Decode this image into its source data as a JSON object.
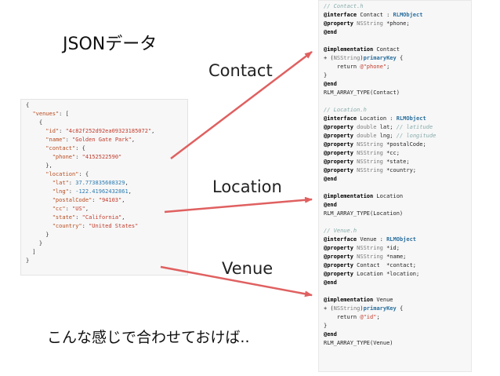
{
  "title": "JSONデータ",
  "caption": "こんな感じで合わせておけば..",
  "labels": {
    "contact": "Contact",
    "location": "Location",
    "venue": "Venue"
  },
  "colors": {
    "arrow": "#e06060",
    "code_bg": "#f7f7f7"
  },
  "json_lines": [
    "{",
    "  \"venues\": [",
    "    {",
    "      \"id\": \"4c82f252d92ea09323185072\",",
    "      \"name\": \"Golden Gate Park\",",
    "      \"contact\": {",
    "        \"phone\": \"4152522590\"",
    "      },",
    "      \"location\": {",
    "        \"lat\": 37.773835608329,",
    "        \"lng\": -122.41962432861,",
    "        \"postalCode\": \"94103\",",
    "        \"cc\": \"US\",",
    "        \"state\": \"California\",",
    "        \"country\": \"United States\"",
    "      }",
    "    }",
    "  ]",
    "}"
  ],
  "code_lines": [
    "// Contact.h",
    "@interface Contact : RLMObject",
    "@property NSString *phone;",
    "@end",
    "",
    "@implementation Contact",
    "+ (NSString)primaryKey {",
    "    return @\"phone\";",
    "}",
    "@end",
    "RLM_ARRAY_TYPE(Contact)",
    "",
    "// Location.h",
    "@interface Location : RLMObject",
    "@property double lat; // latitude",
    "@property double lng; // longitude",
    "@property NSString *postalCode;",
    "@property NSString *cc;",
    "@property NSString *state;",
    "@property NSString *country;",
    "@end",
    "",
    "@implementation Location",
    "@end",
    "RLM_ARRAY_TYPE(Location)",
    "",
    "// Venue.h",
    "@interface Venue : RLMObject",
    "@property NSString *id;",
    "@property NSString *name;",
    "@property Contact  *contact;",
    "@property Location *location;",
    "@end",
    "",
    "@implementation Venue",
    "+ (NSString)primaryKey {",
    "    return @\"id\";",
    "}",
    "@end",
    "RLM_ARRAY_TYPE(Venue)"
  ]
}
